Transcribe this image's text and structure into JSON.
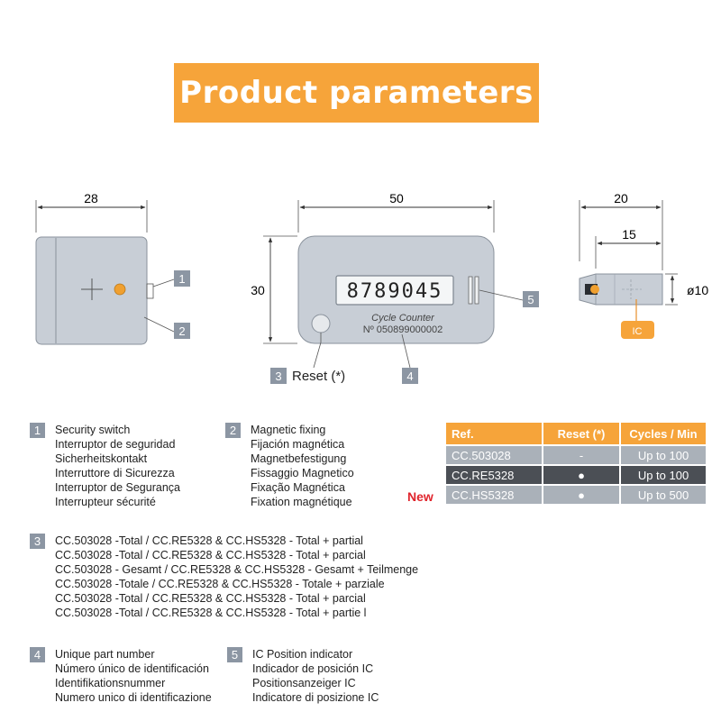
{
  "title": "Product parameters",
  "dimensions": {
    "side_width": "28",
    "front_width": "50",
    "front_height": "30",
    "end_width": "20",
    "end_inner": "15",
    "end_diameter": "ø10"
  },
  "device": {
    "display_value": "8789045",
    "label_line1": "Cycle Counter",
    "label_line2": "Nº 050899000002"
  },
  "callouts": {
    "c1": "1",
    "c2": "2",
    "c3": "3",
    "c4": "4",
    "c5": "5",
    "reset_label": "Reset (*)",
    "ic_label": "IC"
  },
  "legend": {
    "item1": {
      "num": "1",
      "lines": [
        "Security switch",
        "Interruptor de seguridad",
        "Sicherheitskontakt",
        "Interruttore di Sicurezza",
        "Interruptor de Segurança",
        "Interrupteur sécurité"
      ]
    },
    "item2": {
      "num": "2",
      "lines": [
        "Magnetic fixing",
        "Fijación magnética",
        "Magnetbefestigung",
        "Fissaggio Magnetico",
        "Fixação Magnética",
        "Fixation magnétique"
      ]
    },
    "item3": {
      "num": "3",
      "lines": [
        "CC.503028 -Total / CC.RE5328 & CC.HS5328 - Total + partial",
        "CC.503028 -Total / CC.RE5328 & CC.HS5328 - Total + parcial",
        "CC.503028 - Gesamt / CC.RE5328 & CC.HS5328 - Gesamt + Teilmenge",
        "CC.503028 -Totale / CC.RE5328 & CC.HS5328 - Totale + parziale",
        "CC.503028 -Total / CC.RE5328 & CC.HS5328 - Total + parcial",
        "CC.503028 -Total / CC.RE5328 & CC.HS5328 - Total + partie l"
      ]
    },
    "item4": {
      "num": "4",
      "lines": [
        "Unique part number",
        "Número único de identificación",
        "Identifikationsnummer",
        "Numero unico di identificazione"
      ]
    },
    "item5": {
      "num": "5",
      "lines": [
        "IC Position indicator",
        "Indicador de posición IC",
        "Positionsanzeiger IC",
        "Indicatore di posizione IC"
      ]
    }
  },
  "table": {
    "headers": [
      "Ref.",
      "Reset (*)",
      "Cycles / Min"
    ],
    "rows": [
      [
        "CC.503028",
        "-",
        "Up to 100"
      ],
      [
        "CC.RE5328",
        "●",
        "Up to 100"
      ],
      [
        "CC.HS5328",
        "●",
        "Up to 500"
      ]
    ],
    "new_label": "New"
  },
  "colors": {
    "accent_orange": "#f6a43a",
    "device_body": "#c8ced6",
    "badge_gray": "#8c96a3",
    "new_red": "#e0242c"
  }
}
